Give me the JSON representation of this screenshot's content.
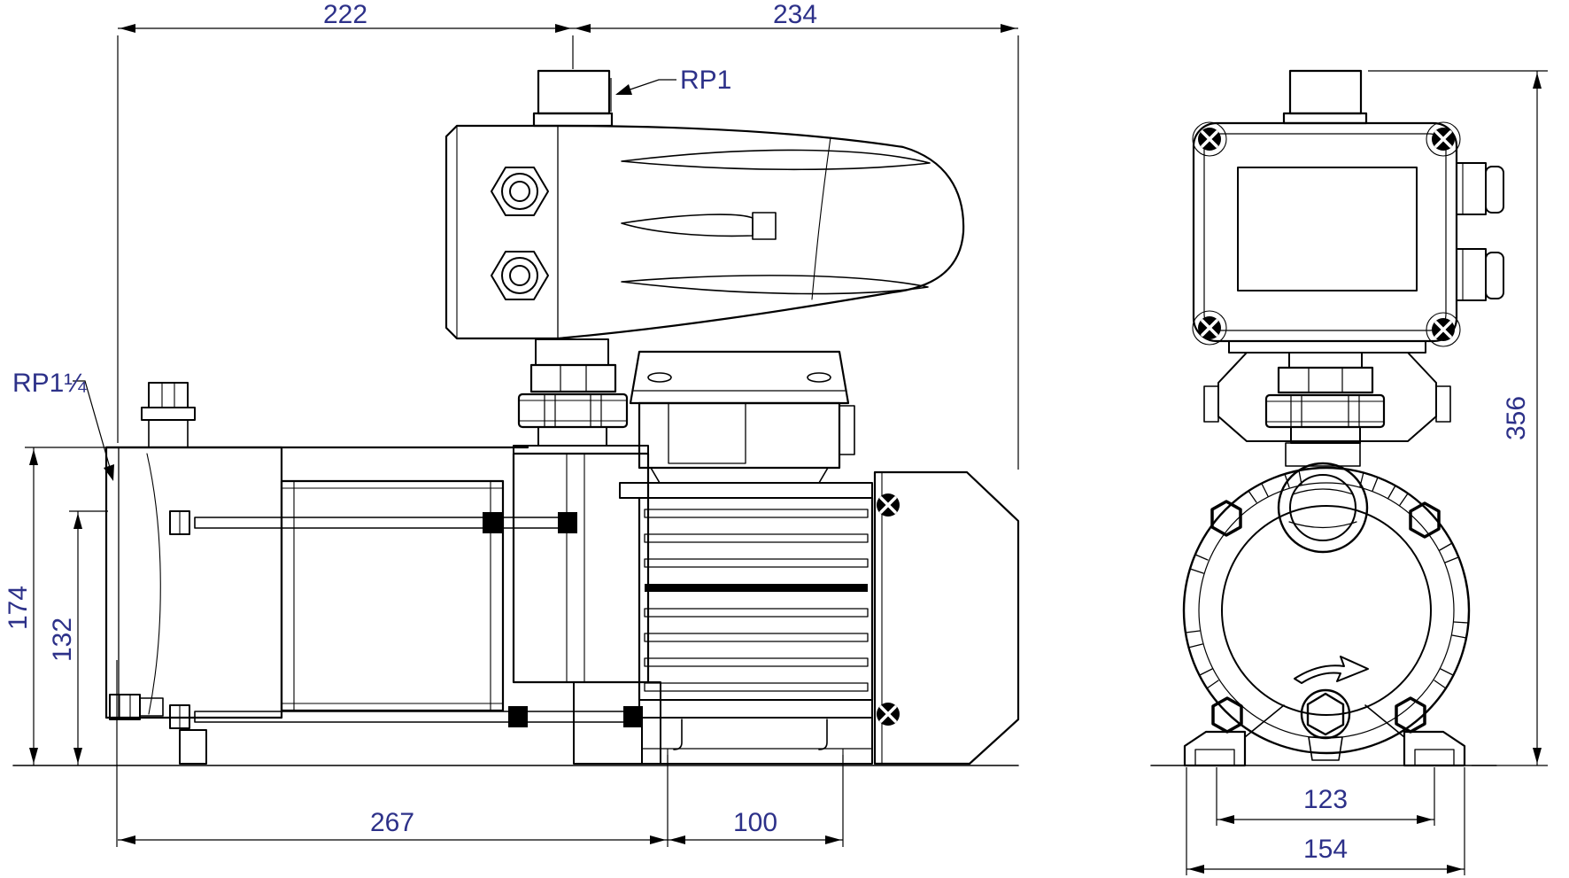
{
  "colors": {
    "line": "#000000",
    "dimension_text": "#2d3189",
    "background": "#ffffff"
  },
  "side_view": {
    "dim_top_left": "222",
    "dim_top_right": "234",
    "dim_height_overall": "174",
    "dim_height_suction": "132",
    "dim_base_length": "267",
    "dim_motor_foot": "100",
    "label_discharge_port": "RP1",
    "label_suction_port": "RP1¼"
  },
  "front_view": {
    "dim_height_overall": "356",
    "dim_foot_hole_spacing": "123",
    "dim_foot_width": "154"
  }
}
